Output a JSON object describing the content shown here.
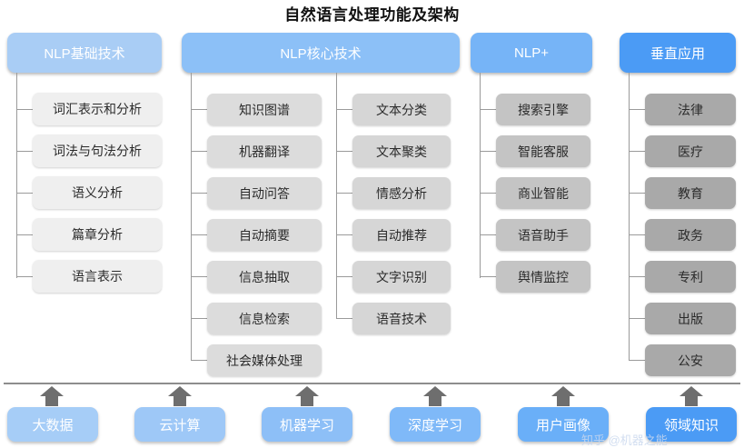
{
  "page": {
    "title": "自然语言处理功能及架构",
    "background": "#ffffff"
  },
  "colors": {
    "header_basic": "#a9cdf5",
    "header_core": "#8cc0f7",
    "header_plus": "#76b4f7",
    "header_vertical": "#4b9bf5",
    "leaf_col1": "#efefef",
    "leaf_col2": "#dcdcdc",
    "leaf_col3": "#d6d6d6",
    "leaf_col4": "#c4c4c4",
    "leaf_col5": "#a9a9a9",
    "connector": "#9a9a9a",
    "divider": "#8d8d8d",
    "arrow": "#6e6e6e",
    "title_text": "#111111",
    "leaf_text": "#2b2b2b",
    "header_text": "#ffffff"
  },
  "columns": [
    {
      "id": "nlp-basic",
      "header": "NLP基础技术",
      "items": [
        "词汇表示和分析",
        "词法与句法分析",
        "语义分析",
        "篇章分析",
        "语言表示"
      ]
    },
    {
      "id": "nlp-core",
      "header": "NLP核心技术",
      "items_left": [
        "知识图谱",
        "机器翻译",
        "自动问答",
        "自动摘要",
        "信息抽取",
        "信息检索",
        "社会媒体处理"
      ],
      "items_right": [
        "文本分类",
        "文本聚类",
        "情感分析",
        "自动推荐",
        "文字识别",
        "语音技术"
      ]
    },
    {
      "id": "nlp-plus",
      "header": "NLP+",
      "items": [
        "搜索引擎",
        "智能客服",
        "商业智能",
        "语音助手",
        "舆情监控"
      ]
    },
    {
      "id": "vertical-app",
      "header": "垂直应用",
      "items": [
        "法律",
        "医疗",
        "教育",
        "政务",
        "专利",
        "出版",
        "公安"
      ]
    }
  ],
  "foundation": {
    "items": [
      {
        "label": "大数据",
        "color": "#a6cdf7"
      },
      {
        "label": "云计算",
        "color": "#9ec8f7"
      },
      {
        "label": "机器学习",
        "color": "#8dbff7"
      },
      {
        "label": "深度学习",
        "color": "#7fb9f8"
      },
      {
        "label": "用户画像",
        "color": "#6aaff8"
      },
      {
        "label": "领域知识",
        "color": "#4b9bf5"
      }
    ],
    "arrow_icon": "arrow-up-icon"
  },
  "watermark": {
    "text": "知乎 @机器之能"
  }
}
